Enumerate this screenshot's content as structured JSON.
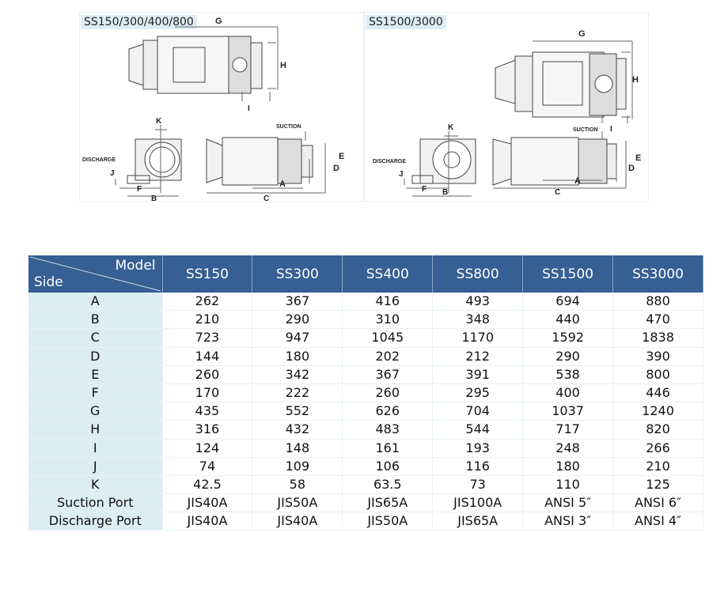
{
  "drawings": {
    "left_caption": "SS150/300/400/800",
    "right_caption": "SS1500/3000",
    "labels": {
      "A": "A",
      "B": "B",
      "C": "C",
      "D": "D",
      "E": "E",
      "F": "F",
      "G": "G",
      "H": "H",
      "I": "I",
      "J": "J",
      "K": "K",
      "suction": "SUCTION",
      "discharge": "DISCHARGE"
    }
  },
  "table": {
    "corner_model": "Model",
    "corner_side": "Side",
    "models": [
      "SS150",
      "SS300",
      "SS400",
      "SS800",
      "SS1500",
      "SS3000"
    ],
    "rows": [
      {
        "side": "A",
        "values": [
          "262",
          "367",
          "416",
          "493",
          "694",
          "880"
        ]
      },
      {
        "side": "B",
        "values": [
          "210",
          "290",
          "310",
          "348",
          "440",
          "470"
        ]
      },
      {
        "side": "C",
        "values": [
          "723",
          "947",
          "1045",
          "1170",
          "1592",
          "1838"
        ]
      },
      {
        "side": "D",
        "values": [
          "144",
          "180",
          "202",
          "212",
          "290",
          "390"
        ]
      },
      {
        "side": "E",
        "values": [
          "260",
          "342",
          "367",
          "391",
          "538",
          "800"
        ]
      },
      {
        "side": "F",
        "values": [
          "170",
          "222",
          "260",
          "295",
          "400",
          "446"
        ]
      },
      {
        "side": "G",
        "values": [
          "435",
          "552",
          "626",
          "704",
          "1037",
          "1240"
        ]
      },
      {
        "side": "H",
        "values": [
          "316",
          "432",
          "483",
          "544",
          "717",
          "820"
        ]
      },
      {
        "side": "I",
        "values": [
          "124",
          "148",
          "161",
          "193",
          "248",
          "266"
        ]
      },
      {
        "side": "J",
        "values": [
          "74",
          "109",
          "106",
          "116",
          "180",
          "210"
        ]
      },
      {
        "side": "K",
        "values": [
          "42.5",
          "58",
          "63.5",
          "73",
          "110",
          "125"
        ]
      },
      {
        "side": "Suction Port",
        "values": [
          "JIS40A",
          "JIS50A",
          "JIS65A",
          "JIS100A",
          "ANSI 5″",
          "ANSI 6″"
        ]
      },
      {
        "side": "Discharge Port",
        "values": [
          "JIS40A",
          "JIS40A",
          "JIS50A",
          "JIS65A",
          "ANSI 3″",
          "ANSI 4″"
        ]
      }
    ]
  }
}
